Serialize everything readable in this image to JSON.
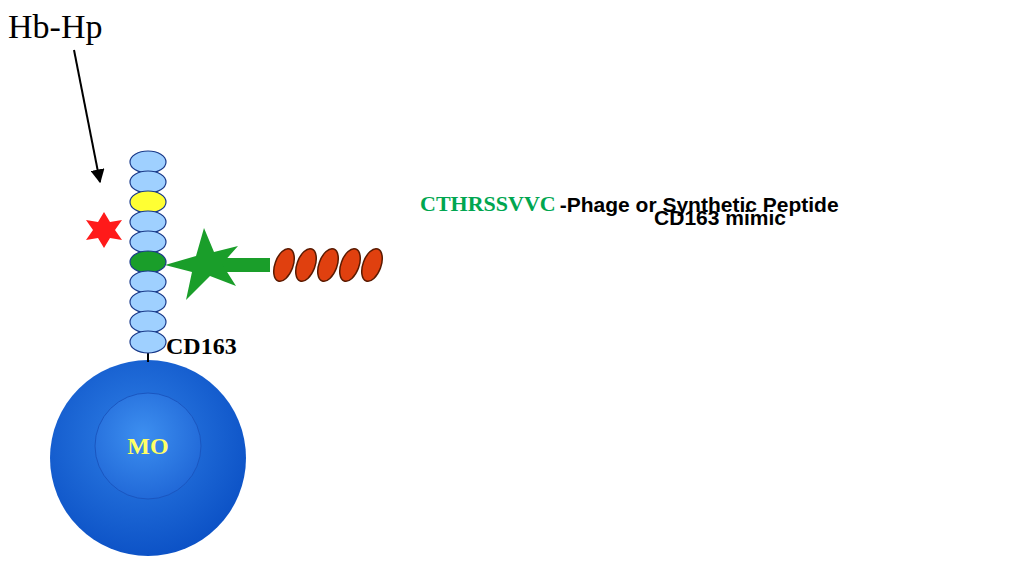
{
  "diagram": {
    "nodes": [
      {
        "text": [
          "MO"
        ]
      },
      {
        "text": [
          "CD163"
        ]
      }
    ],
    "labels": [
      "Hb-Hp",
      "CTHRSSVVC",
      "-Phage or Synthetic Peptide",
      "CD163 mimic"
    ]
  }
}
